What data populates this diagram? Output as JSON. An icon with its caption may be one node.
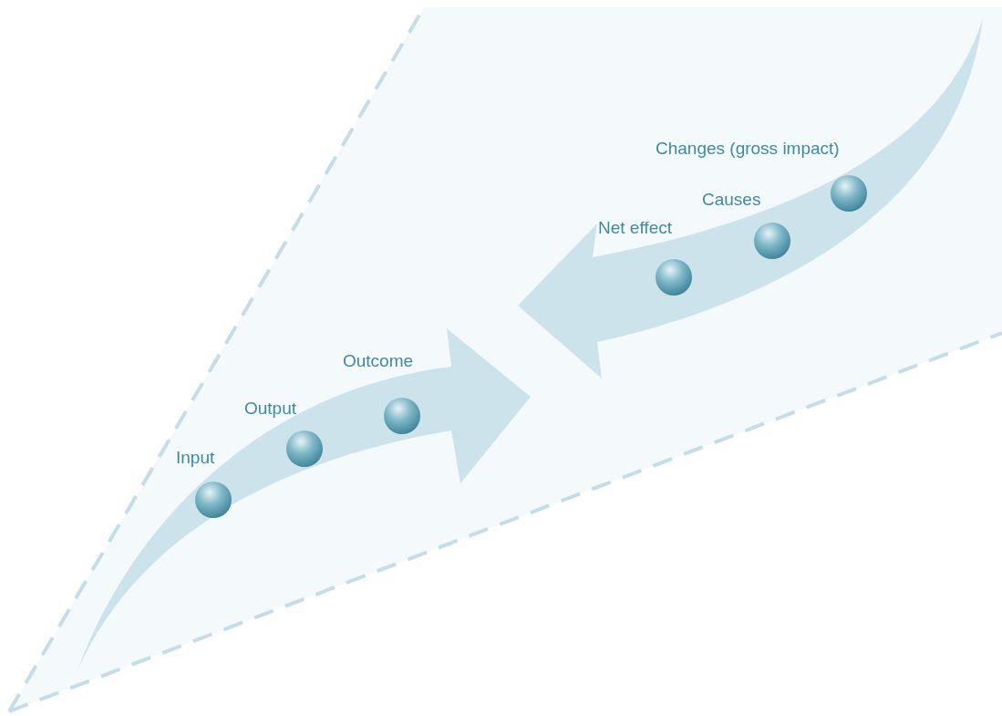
{
  "diagram": {
    "nodes": [
      {
        "text": [],
        "shape": "circle",
        "beside": [
          "Input"
        ]
      },
      {
        "text": [],
        "shape": "circle",
        "beside": [
          "Output"
        ]
      },
      {
        "text": [],
        "shape": "circle",
        "beside": [
          "Outcome"
        ]
      },
      {
        "text": [],
        "shape": "circle",
        "beside": [
          "Net effect"
        ]
      },
      {
        "text": [],
        "shape": "circle",
        "beside": [
          "Causes"
        ]
      },
      {
        "text": [],
        "shape": "circle",
        "beside": [
          "Changes (gross impact)"
        ]
      }
    ]
  }
}
